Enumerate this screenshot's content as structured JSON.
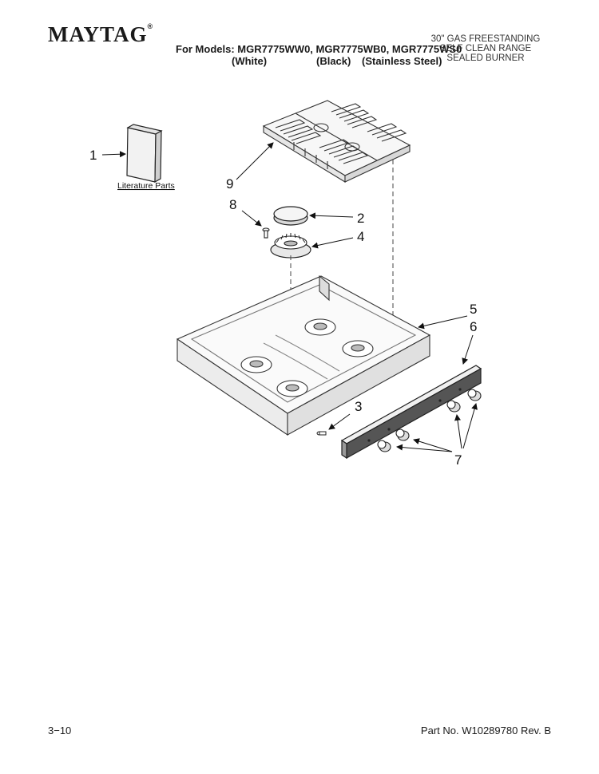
{
  "header": {
    "brand": "MAYTAG",
    "brand_mark": "®",
    "models_line": "For Models: MGR7775WW0, MGR7775WB0, MGR7775WS0",
    "variants": [
      "(White)",
      "(Black)",
      "(Stainless Steel)"
    ],
    "product_lines": [
      "30\" GAS FREESTANDING",
      "SELF CLEAN RANGE",
      "SEALED BURNER"
    ]
  },
  "callouts": {
    "c1": "1",
    "c2": "2",
    "c3": "3",
    "c4": "4",
    "c5": "5",
    "c6": "6",
    "c7": "7",
    "c8": "8",
    "c9": "9"
  },
  "literature_label": "Literature Parts",
  "footer": {
    "page": "3−10",
    "part_no": "Part No. W10289780 Rev. B"
  }
}
